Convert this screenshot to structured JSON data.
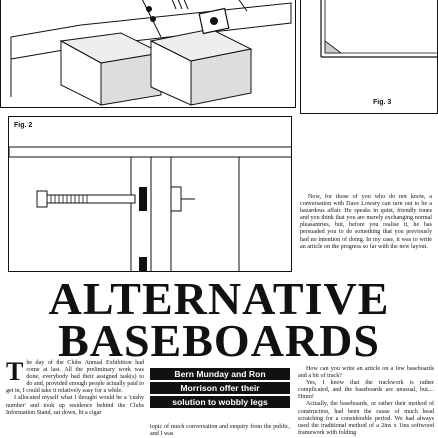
{
  "figures": {
    "fig2_label": "Fig. 2",
    "fig3_label": "Fig. 3"
  },
  "intro": {
    "paragraphs": [
      "Now, for those of you who do not know, a conversation with Dave Lowery can turn out to be a hazardous affair. He speaks in quiet, friendly tones and you think that you are merely exchanging normal pleasantries, but, before you realise it, he has persuaded you to do something that you previously had no intention of doing. In my case, it was to write an article on the progress so far with the new layout."
    ]
  },
  "headline": {
    "line1": "ALTERNATIVE",
    "line2": "BASEBOARDS"
  },
  "byline": {
    "lines": [
      "Bern Munday and Ron",
      "Morrison offer their",
      "solution to wobbly legs"
    ]
  },
  "article": {
    "col1": {
      "dropcap": "T",
      "p1": "he day of the Clubs Annual Exhibition had come at last. All the preliminary work was done, everybody had their assigned task(s) to do and, provided enough people actually paid to get in, I could take it relatively easy for a while.",
      "p2": "I allocated myself what I thought would be a 'cushy number' and took up residence behind the Clubs Information Stand, sat down, lit a cigar"
    },
    "col2": {
      "p1": "topic of much conversation and enquiry from the public, and I was"
    },
    "col3": {
      "p1": "How can you write an article on a few baseboards and a bit of track?",
      "p2": "Yes, I know that the trackwork is rather complicated, and the baseboards are unusual, but.... Hmm!",
      "p3": "Actually, the baseboards, or rather their method of construction, had been the cause of much head scratching for a considerable period. We had always used the traditional method of a 2ins x 1ins softwood framework with folding"
    }
  }
}
